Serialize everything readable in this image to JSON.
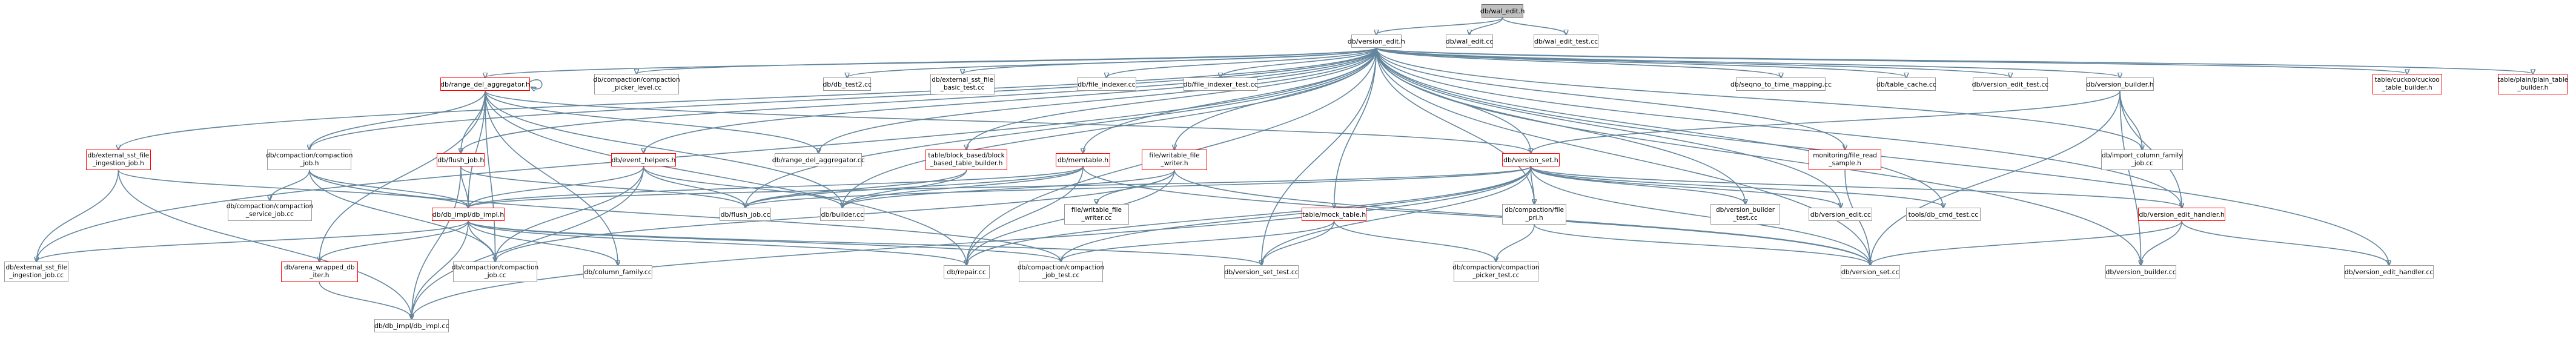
{
  "diagram": {
    "type": "include-dependency-graph",
    "colors": {
      "edge": "#63869e",
      "node_border": "#999999",
      "node_border_incomplete": "#ff0000",
      "node_fill": "#ffffff",
      "focus_fill": "#bfbfbf",
      "focus_border": "#666666",
      "background": "#ffffff"
    },
    "nodes": [
      {
        "id": "wal_edit_h",
        "label": "db/wal_edit.h",
        "style": "grey"
      },
      {
        "id": "version_edit_h",
        "label": "db/version_edit.h",
        "style": "normal"
      },
      {
        "id": "wal_edit_cc",
        "label": "db/wal_edit.cc",
        "style": "normal"
      },
      {
        "id": "wal_edit_test_cc",
        "label": "db/wal_edit_test.cc",
        "style": "normal"
      },
      {
        "id": "range_del_aggregator_h",
        "label": "db/range_del_aggregator.h",
        "style": "red"
      },
      {
        "id": "compaction_picker_level_cc",
        "label": "db/compaction/compaction\n_picker_level.cc",
        "style": "normal"
      },
      {
        "id": "db_test2_cc",
        "label": "db/db_test2.cc",
        "style": "normal"
      },
      {
        "id": "external_sst_file_basic_test_cc",
        "label": "db/external_sst_file\n_basic_test.cc",
        "style": "normal"
      },
      {
        "id": "file_indexer_cc",
        "label": "db/file_indexer.cc",
        "style": "normal"
      },
      {
        "id": "file_indexer_test_cc",
        "label": "db/file_indexer_test.cc",
        "style": "normal"
      },
      {
        "id": "seqno_to_time_mapping_cc",
        "label": "db/seqno_to_time_mapping.cc",
        "style": "normal"
      },
      {
        "id": "table_cache_cc",
        "label": "db/table_cache.cc",
        "style": "normal"
      },
      {
        "id": "version_edit_test_cc",
        "label": "db/version_edit_test.cc",
        "style": "normal"
      },
      {
        "id": "version_builder_h",
        "label": "db/version_builder.h",
        "style": "normal"
      },
      {
        "id": "cuckoo_table_builder_h",
        "label": "table/cuckoo/cuckoo\n_table_builder.h",
        "style": "red"
      },
      {
        "id": "plain_table_builder_h",
        "label": "table/plain/plain_table\n_builder.h",
        "style": "red"
      },
      {
        "id": "external_sst_file_ingestion_job_h",
        "label": "db/external_sst_file\n_ingestion_job.h",
        "style": "red"
      },
      {
        "id": "compaction_job_h",
        "label": "db/compaction/compaction\n_job.h",
        "style": "normal"
      },
      {
        "id": "flush_job_h",
        "label": "db/flush_job.h",
        "style": "red"
      },
      {
        "id": "event_helpers_h",
        "label": "db/event_helpers.h",
        "style": "red"
      },
      {
        "id": "range_del_aggregator_cc",
        "label": "db/range_del_aggregator.cc",
        "style": "normal"
      },
      {
        "id": "block_based_table_builder_h",
        "label": "table/block_based/block\n_based_table_builder.h",
        "style": "red"
      },
      {
        "id": "memtable_h",
        "label": "db/memtable.h",
        "style": "red"
      },
      {
        "id": "writable_file_writer_h",
        "label": "file/writable_file\n_writer.h",
        "style": "red"
      },
      {
        "id": "version_set_h",
        "label": "db/version_set.h",
        "style": "red"
      },
      {
        "id": "file_read_sample_h",
        "label": "monitoring/file_read\n_sample.h",
        "style": "red"
      },
      {
        "id": "import_column_family_job_cc",
        "label": "db/import_column_family\n_job.cc",
        "style": "normal"
      },
      {
        "id": "compaction_service_job_cc",
        "label": "db/compaction/compaction\n_service_job.cc",
        "style": "normal"
      },
      {
        "id": "db_impl_h",
        "label": "db/db_impl/db_impl.h",
        "style": "red"
      },
      {
        "id": "flush_job_cc",
        "label": "db/flush_job.cc",
        "style": "normal"
      },
      {
        "id": "builder_cc",
        "label": "db/builder.cc",
        "style": "normal"
      },
      {
        "id": "writable_file_writer_cc",
        "label": "file/writable_file\n_writer.cc",
        "style": "normal"
      },
      {
        "id": "mock_table_h",
        "label": "table/mock_table.h",
        "style": "red"
      },
      {
        "id": "compaction_file_pri_h",
        "label": "db/compaction/file\n_pri.h",
        "style": "normal"
      },
      {
        "id": "version_builder_test_cc",
        "label": "db/version_builder\n_test.cc",
        "style": "normal"
      },
      {
        "id": "version_edit_cc",
        "label": "db/version_edit.cc",
        "style": "normal"
      },
      {
        "id": "db_cmd_test_cc",
        "label": "tools/db_cmd_test.cc",
        "style": "normal"
      },
      {
        "id": "version_edit_handler_h",
        "label": "db/version_edit_handler.h",
        "style": "red"
      },
      {
        "id": "external_sst_file_ingestion_job_cc",
        "label": "db/external_sst_file\n_ingestion_job.cc",
        "style": "normal"
      },
      {
        "id": "arena_wrapped_db_iter_h",
        "label": "db/arena_wrapped_db\n_iter.h",
        "style": "red"
      },
      {
        "id": "compaction_job_cc",
        "label": "db/compaction/compaction\n_job.cc",
        "style": "normal"
      },
      {
        "id": "column_family_cc",
        "label": "db/column_family.cc",
        "style": "normal"
      },
      {
        "id": "repair_cc",
        "label": "db/repair.cc",
        "style": "normal"
      },
      {
        "id": "compaction_job_test_cc",
        "label": "db/compaction/compaction\n_job_test.cc",
        "style": "normal"
      },
      {
        "id": "version_set_test_cc",
        "label": "db/version_set_test.cc",
        "style": "normal"
      },
      {
        "id": "compaction_picker_test_cc",
        "label": "db/compaction/compaction\n_picker_test.cc",
        "style": "normal"
      },
      {
        "id": "version_set_cc",
        "label": "db/version_set.cc",
        "style": "normal"
      },
      {
        "id": "version_builder_cc",
        "label": "db/version_builder.cc",
        "style": "normal"
      },
      {
        "id": "version_edit_handler_cc",
        "label": "db/version_edit_handler.cc",
        "style": "normal"
      },
      {
        "id": "db_impl_cc",
        "label": "db/db_impl/db_impl.cc",
        "style": "normal"
      }
    ],
    "edges": [
      [
        "wal_edit_h",
        "version_edit_h"
      ],
      [
        "wal_edit_h",
        "wal_edit_cc"
      ],
      [
        "wal_edit_h",
        "wal_edit_test_cc"
      ],
      [
        "version_edit_h",
        "range_del_aggregator_h"
      ],
      [
        "version_edit_h",
        "compaction_picker_level_cc"
      ],
      [
        "version_edit_h",
        "db_test2_cc"
      ],
      [
        "version_edit_h",
        "external_sst_file_basic_test_cc"
      ],
      [
        "version_edit_h",
        "file_indexer_cc"
      ],
      [
        "version_edit_h",
        "file_indexer_test_cc"
      ],
      [
        "version_edit_h",
        "seqno_to_time_mapping_cc"
      ],
      [
        "version_edit_h",
        "table_cache_cc"
      ],
      [
        "version_edit_h",
        "version_edit_test_cc"
      ],
      [
        "version_edit_h",
        "version_builder_h"
      ],
      [
        "version_edit_h",
        "cuckoo_table_builder_h"
      ],
      [
        "version_edit_h",
        "plain_table_builder_h"
      ],
      [
        "version_edit_h",
        "external_sst_file_ingestion_job_h"
      ],
      [
        "version_edit_h",
        "compaction_job_h"
      ],
      [
        "version_edit_h",
        "flush_job_h"
      ],
      [
        "version_edit_h",
        "event_helpers_h"
      ],
      [
        "version_edit_h",
        "range_del_aggregator_cc"
      ],
      [
        "version_edit_h",
        "block_based_table_builder_h"
      ],
      [
        "version_edit_h",
        "memtable_h"
      ],
      [
        "version_edit_h",
        "writable_file_writer_h"
      ],
      [
        "version_edit_h",
        "version_set_h"
      ],
      [
        "version_edit_h",
        "file_read_sample_h"
      ],
      [
        "version_edit_h",
        "import_column_family_job_cc"
      ],
      [
        "version_edit_h",
        "flush_job_cc"
      ],
      [
        "version_edit_h",
        "builder_cc"
      ],
      [
        "version_edit_h",
        "mock_table_h"
      ],
      [
        "version_edit_h",
        "compaction_file_pri_h"
      ],
      [
        "version_edit_h",
        "version_builder_test_cc"
      ],
      [
        "version_edit_h",
        "version_edit_cc"
      ],
      [
        "version_edit_h",
        "db_cmd_test_cc"
      ],
      [
        "version_edit_h",
        "version_edit_handler_h"
      ],
      [
        "version_edit_h",
        "external_sst_file_ingestion_job_cc"
      ],
      [
        "version_edit_h",
        "repair_cc"
      ],
      [
        "version_edit_h",
        "version_set_test_cc"
      ],
      [
        "version_edit_h",
        "version_set_cc"
      ],
      [
        "version_edit_h",
        "version_builder_cc"
      ],
      [
        "version_edit_h",
        "version_edit_handler_cc"
      ],
      [
        "range_del_aggregator_h",
        "range_del_aggregator_h"
      ],
      [
        "range_del_aggregator_h",
        "compaction_job_h"
      ],
      [
        "range_del_aggregator_h",
        "flush_job_h"
      ],
      [
        "range_del_aggregator_h",
        "range_del_aggregator_cc"
      ],
      [
        "range_del_aggregator_h",
        "version_set_h"
      ],
      [
        "range_del_aggregator_h",
        "db_impl_h"
      ],
      [
        "range_del_aggregator_h",
        "builder_cc"
      ],
      [
        "range_del_aggregator_h",
        "arena_wrapped_db_iter_h"
      ],
      [
        "range_del_aggregator_h",
        "compaction_job_cc"
      ],
      [
        "range_del_aggregator_h",
        "column_family_cc"
      ],
      [
        "range_del_aggregator_h",
        "repair_cc"
      ],
      [
        "version_builder_h",
        "version_set_h"
      ],
      [
        "version_builder_h",
        "import_column_family_job_cc"
      ],
      [
        "version_builder_h",
        "version_edit_handler_h"
      ],
      [
        "version_builder_h",
        "version_set_cc"
      ],
      [
        "version_builder_h",
        "version_builder_cc"
      ],
      [
        "external_sst_file_ingestion_job_h",
        "db_impl_h"
      ],
      [
        "external_sst_file_ingestion_job_h",
        "external_sst_file_ingestion_job_cc"
      ],
      [
        "external_sst_file_ingestion_job_h",
        "db_impl_cc"
      ],
      [
        "compaction_job_h",
        "compaction_service_job_cc"
      ],
      [
        "compaction_job_h",
        "db_impl_h"
      ],
      [
        "compaction_job_h",
        "compaction_job_cc"
      ],
      [
        "compaction_job_h",
        "compaction_job_test_cc"
      ],
      [
        "flush_job_h",
        "db_impl_h"
      ],
      [
        "flush_job_h",
        "flush_job_cc"
      ],
      [
        "flush_job_h",
        "db_impl_cc"
      ],
      [
        "event_helpers_h",
        "db_impl_h"
      ],
      [
        "event_helpers_h",
        "flush_job_cc"
      ],
      [
        "event_helpers_h",
        "builder_cc"
      ],
      [
        "event_helpers_h",
        "compaction_job_cc"
      ],
      [
        "event_helpers_h",
        "db_impl_cc"
      ],
      [
        "block_based_table_builder_h",
        "builder_cc"
      ],
      [
        "block_based_table_builder_h",
        "flush_job_cc"
      ],
      [
        "memtable_h",
        "db_impl_h"
      ],
      [
        "memtable_h",
        "flush_job_cc"
      ],
      [
        "memtable_h",
        "builder_cc"
      ],
      [
        "memtable_h",
        "repair_cc"
      ],
      [
        "memtable_h",
        "version_set_cc"
      ],
      [
        "writable_file_writer_h",
        "builder_cc"
      ],
      [
        "writable_file_writer_h",
        "writable_file_writer_cc"
      ],
      [
        "writable_file_writer_h",
        "compaction_job_cc"
      ],
      [
        "writable_file_writer_h",
        "repair_cc"
      ],
      [
        "writable_file_writer_h",
        "version_set_cc"
      ],
      [
        "version_set_h",
        "db_impl_h"
      ],
      [
        "version_set_h",
        "flush_job_cc"
      ],
      [
        "version_set_h",
        "compaction_file_pri_h"
      ],
      [
        "version_set_h",
        "version_builder_test_cc"
      ],
      [
        "version_set_h",
        "version_edit_cc"
      ],
      [
        "version_set_h",
        "db_cmd_test_cc"
      ],
      [
        "version_set_h",
        "version_edit_handler_h"
      ],
      [
        "version_set_h",
        "repair_cc"
      ],
      [
        "version_set_h",
        "compaction_job_test_cc"
      ],
      [
        "version_set_h",
        "version_set_test_cc"
      ],
      [
        "version_set_h",
        "version_set_cc"
      ],
      [
        "version_set_h",
        "db_impl_cc"
      ],
      [
        "file_read_sample_h",
        "version_set_cc"
      ],
      [
        "db_impl_h",
        "external_sst_file_ingestion_job_cc"
      ],
      [
        "db_impl_h",
        "arena_wrapped_db_iter_h"
      ],
      [
        "db_impl_h",
        "compaction_job_cc"
      ],
      [
        "db_impl_h",
        "column_family_cc"
      ],
      [
        "db_impl_h",
        "repair_cc"
      ],
      [
        "db_impl_h",
        "compaction_job_test_cc"
      ],
      [
        "db_impl_h",
        "version_set_test_cc"
      ],
      [
        "db_impl_h",
        "db_impl_cc"
      ],
      [
        "arena_wrapped_db_iter_h",
        "db_impl_cc"
      ],
      [
        "mock_table_h",
        "compaction_job_test_cc"
      ],
      [
        "mock_table_h",
        "version_set_test_cc"
      ],
      [
        "mock_table_h",
        "compaction_picker_test_cc"
      ],
      [
        "compaction_file_pri_h",
        "compaction_picker_test_cc"
      ],
      [
        "compaction_file_pri_h",
        "version_set_cc"
      ],
      [
        "version_edit_handler_h",
        "version_set_cc"
      ],
      [
        "version_edit_handler_h",
        "version_builder_cc"
      ],
      [
        "version_edit_handler_h",
        "version_edit_handler_cc"
      ]
    ]
  }
}
